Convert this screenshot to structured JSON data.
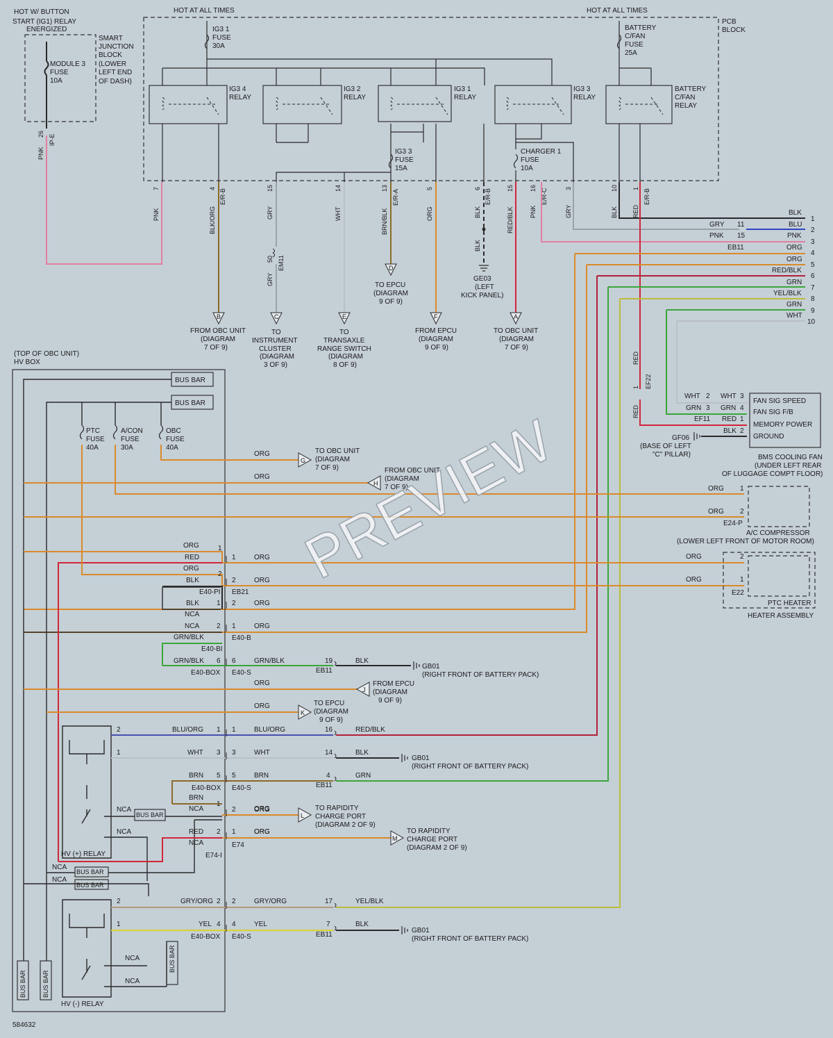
{
  "diagram_id": "584632",
  "watermark": "PREVIEW",
  "headers": {
    "hot_w_button": "HOT W/ BUTTON",
    "start_relay_1": "START (IG1) RELAY",
    "start_relay_2": "ENERGIZED",
    "hot_at_all_times_1": "HOT AT ALL TIMES",
    "hot_at_all_times_2": "HOT AT ALL TIMES",
    "pcb_block_1": "PCB",
    "pcb_block_2": "BLOCK"
  },
  "smart_junction_block": {
    "lines": [
      "SMART",
      "JUNCTION",
      "BLOCK",
      "(LOWER",
      "LEFT END",
      "OF DASH)"
    ],
    "fuse_lines": [
      "MODULE 3",
      "FUSE",
      "10A"
    ],
    "pin": "26",
    "connector": "IP-E",
    "wire": "PNK"
  },
  "fuses": {
    "ig3_1": [
      "IG3 1",
      "FUSE",
      "30A"
    ],
    "battery_cfan": [
      "BATTERY",
      "C/FAN",
      "FUSE",
      "25A"
    ],
    "ig3_3": [
      "IG3 3",
      "FUSE",
      "15A"
    ],
    "charger_1": [
      "CHARGER 1",
      "FUSE",
      "10A"
    ]
  },
  "relays": {
    "ig3_4": [
      "IG3 4",
      "RELAY"
    ],
    "ig3_2": [
      "IG3 2",
      "RELAY"
    ],
    "ig3_1": [
      "IG3 1",
      "RELAY"
    ],
    "ig3_3": [
      "IG3 3",
      "RELAY"
    ],
    "battery_cfan": [
      "BATTERY",
      "C/FAN",
      "RELAY"
    ]
  },
  "pcb_pins": [
    {
      "pin": "7",
      "wire": "PNK",
      "conn": ""
    },
    {
      "pin": "4",
      "wire": "BLK/ORG",
      "conn": "E/R-B"
    },
    {
      "pin": "15",
      "wire": "GRY",
      "conn": ""
    },
    {
      "pin": "14",
      "wire": "WHT",
      "conn": ""
    },
    {
      "pin": "13",
      "wire": "BRN/BLK",
      "conn": "E/R-A"
    },
    {
      "pin": "5",
      "wire": "ORG",
      "conn": ""
    },
    {
      "pin": "6",
      "wire": "BLK",
      "conn": "E/R-B"
    },
    {
      "pin": "15",
      "wire": "RED/BLK",
      "conn": ""
    },
    {
      "pin": "16",
      "wire": "PNK",
      "conn": "E/R-C"
    },
    {
      "pin": "3",
      "wire": "GRY",
      "conn": ""
    },
    {
      "pin": "10",
      "wire": "BLK",
      "conn": ""
    },
    {
      "pin": "1",
      "wire": "RED",
      "conn": "E/R-B"
    }
  ],
  "em11": {
    "pin": "50",
    "conn": "EM11",
    "wire": "GRY"
  },
  "ge03": {
    "wire": "BLK",
    "lines": [
      "GE03",
      "(LEFT",
      "KICK PANEL)"
    ]
  },
  "offpage_top": [
    {
      "id": "B",
      "lines": [
        "FROM OBC UNIT",
        "(DIAGRAM",
        "7 OF 9)"
      ]
    },
    {
      "id": "C",
      "lines": [
        "TO",
        "INSTRUMENT",
        "CLUSTER",
        "(DIAGRAM",
        "3 OF 9)"
      ]
    },
    {
      "id": "E",
      "lines": [
        "TO",
        "TRANSAXLE",
        "RANGE SWITCH",
        "(DIAGRAM",
        "8 OF 9)"
      ]
    },
    {
      "id": "D",
      "lines": [
        "TO EPCU",
        "(DIAGRAM",
        "9 OF 9)"
      ]
    },
    {
      "id": "F",
      "lines": [
        "FROM EPCU",
        "(DIAGRAM",
        "9 OF 9)"
      ]
    },
    {
      "id": "A",
      "lines": [
        "TO OBC UNIT",
        "(DIAGRAM",
        "7 OF 9)"
      ]
    }
  ],
  "right_bus": [
    {
      "num": "1",
      "color": "BLK"
    },
    {
      "num": "2",
      "color": "BLU"
    },
    {
      "num": "3",
      "color": "PNK"
    },
    {
      "num": "4",
      "color": "ORG"
    },
    {
      "num": "5",
      "color": "ORG"
    },
    {
      "num": "6",
      "color": "RED/BLK"
    },
    {
      "num": "7",
      "color": "GRN"
    },
    {
      "num": "8",
      "color": "YEL/BLK"
    },
    {
      "num": "9",
      "color": "GRN"
    },
    {
      "num": "10",
      "color": "WHT"
    }
  ],
  "eb11_top": {
    "conn": "EB11",
    "rows": [
      {
        "wire": "GRY",
        "pin": "11"
      },
      {
        "wire": "PNK",
        "pin": "15"
      }
    ]
  },
  "bms_fan": {
    "ef22": {
      "wire": "RED",
      "pin": "1",
      "conn": "EF22",
      "wire2": "RED"
    },
    "ef11": {
      "conn": "EF11",
      "rows": [
        {
          "w1": "WHT",
          "p1": "2",
          "w2": "WHT",
          "p2": "3"
        },
        {
          "w1": "GRN",
          "p1": "3",
          "w2": "GRN",
          "p2": "4"
        },
        {
          "w2": "RED",
          "p2": "1"
        },
        {
          "w2": "BLK",
          "p2": "2"
        }
      ]
    },
    "pins": [
      "FAN SIG SPEED",
      "FAN SIG F/B",
      "MEMORY POWER",
      "GROUND"
    ],
    "ground": [
      "GF06",
      "(BASE OF LEFT",
      "\"C\" PILLAR)"
    ],
    "title": [
      "BMS COOLING FAN",
      "(UNDER LEFT REAR",
      "OF LUGGAGE COMPT FLOOR)"
    ]
  },
  "hv_box": {
    "title": [
      "(TOP OF OBC UNIT)",
      "HV BOX"
    ],
    "bus_bar": "BUS BAR",
    "ptc_fuse": [
      "PTC",
      "FUSE",
      "40A"
    ],
    "acon_fuse": [
      "A/CON",
      "FUSE",
      "30A"
    ],
    "obc_fuse": [
      "OBC",
      "FUSE",
      "40A"
    ],
    "hv_plus_relay": "HV (+) RELAY",
    "hv_minus_relay": "HV (-) RELAY",
    "nca": "NCA"
  },
  "offpage_mid": [
    {
      "id": "G",
      "wire": "ORG",
      "lines": [
        "TO OBC UNIT",
        "(DIAGRAM",
        "7 OF 9)"
      ]
    },
    {
      "id": "H",
      "wire": "ORG",
      "lines": [
        "FROM OBC UNIT",
        "(DIAGRAM",
        "7 OF 9)"
      ]
    },
    {
      "id": "J",
      "wire": "ORG",
      "lines": [
        "FROM EPCU",
        "(DIAGRAM",
        "9 OF 9)"
      ]
    },
    {
      "id": "K",
      "wire": "ORG",
      "lines": [
        "TO EPCU",
        "(DIAGRAM",
        "9 OF 9)"
      ]
    },
    {
      "id": "L",
      "wire": "ORG",
      "lines": [
        "TO RAPIDITY",
        "CHARGE PORT",
        "(DIAGRAM 2 OF 9)"
      ]
    },
    {
      "id": "M",
      "wire": "ORG",
      "lines": [
        "TO RAPIDITY",
        "CHARGE PORT",
        "(DIAGRAM 2 OF 9)"
      ]
    }
  ],
  "ac_compressor": {
    "rows": [
      {
        "wire": "ORG",
        "pin": "1"
      },
      {
        "wire": "ORG",
        "pin": "2"
      }
    ],
    "conn": "E24-P",
    "title": [
      "A/C COMPRESSOR",
      "(LOWER LEFT FRONT OF MOTOR ROOM)"
    ]
  },
  "ptc_heater": {
    "rows": [
      {
        "wire": "ORG",
        "pin": "2"
      },
      {
        "wire": "ORG",
        "pin": "1"
      }
    ],
    "conn": "E22",
    "title": [
      "PTC HEATER",
      "HEATER ASSEMBLY"
    ]
  },
  "e40_rows": {
    "r1": {
      "wl": "ORG",
      "pl": "1",
      "pr": "1",
      "wr": "ORG"
    },
    "r2": {
      "wl": "RED",
      "wr": "ORG"
    },
    "r3": {
      "wl": "ORG",
      "pl": "2",
      "pr": "2",
      "wr": "ORG"
    },
    "r4": {
      "wl": "BLK"
    },
    "r5": {
      "conn_l": "E40-PI",
      "conn_r": "EB21"
    },
    "r6": {
      "wl": "BLK",
      "pl": "1",
      "pr": "2",
      "wr": "ORG"
    },
    "r7": {
      "wl": "NCA"
    },
    "r8": {
      "wl": "NCA",
      "pl": "2",
      "pr": "1",
      "wr": "ORG"
    },
    "r9": {
      "wl": "GRN/BLK",
      "conn_r": "E40-B"
    },
    "r10": {
      "conn_l": "E40-BI"
    },
    "r11": {
      "wl": "GRN/BLK",
      "pl": "6",
      "pr": "6",
      "wr": "GRN/BLK",
      "p3": "19",
      "w3": "BLK",
      "conn_l": "E40-BOX",
      "conn_r": "E40-S",
      "conn_3": "EB11"
    }
  },
  "gb01": [
    "GB01",
    "(RIGHT FRONT OF BATTERY PACK)"
  ],
  "relay_rows": {
    "blu": {
      "pl": "2",
      "wl": "BLU/ORG",
      "p2": "1",
      "p3": "1",
      "w3": "BLU/ORG",
      "p4": "16",
      "w4": "RED/BLK"
    },
    "wht": {
      "pl": "1",
      "wl": "WHT",
      "p2": "3",
      "p3": "3",
      "w3": "WHT",
      "p4": "14",
      "w4": "BLK"
    },
    "brn": {
      "wl": "BRN",
      "p2": "5",
      "p3": "5",
      "w3": "BRN",
      "p4": "4",
      "w4": "GRN",
      "c1": "E40-BOX",
      "c2": "E40-S",
      "c3": "EB11"
    },
    "brn2": {
      "wl": "BRN",
      "p2": "1",
      "p3": "2",
      "w3": "ORG"
    },
    "nca1": {
      "wl": "NCA"
    },
    "red": {
      "wl": "RED",
      "p2": "2",
      "p3": "1",
      "w3": "ORG",
      "wl2": "NCA",
      "c1": "E74-I",
      "c2": "E74"
    },
    "gryorg": {
      "pl": "2",
      "wl": "GRY/ORG",
      "p2": "2",
      "p3": "2",
      "w3": "GRY/ORG",
      "p4": "17",
      "w4": "YEL/BLK"
    },
    "yel": {
      "pl": "1",
      "wl": "YEL",
      "p2": "4",
      "p3": "4",
      "w3": "YEL",
      "p4": "7",
      "w4": "BLK",
      "c1": "E40-BOX",
      "c2": "E40-S",
      "c3": "EB11"
    }
  },
  "colors": {
    "orange": "#d98a2b",
    "red": "#d0263a",
    "pink": "#e27fa0",
    "green": "#3aa63a",
    "blue": "#2f45c4",
    "gray": "#9aa3aa",
    "black": "#2a2a2a",
    "yellow": "#d9d42a",
    "brown": "#8a6a2a",
    "blu_org": "#4a4fb0",
    "gry_org": "#b59a7a",
    "yel_blk": "#bcbc3a",
    "red_blk": "#b0203a"
  }
}
